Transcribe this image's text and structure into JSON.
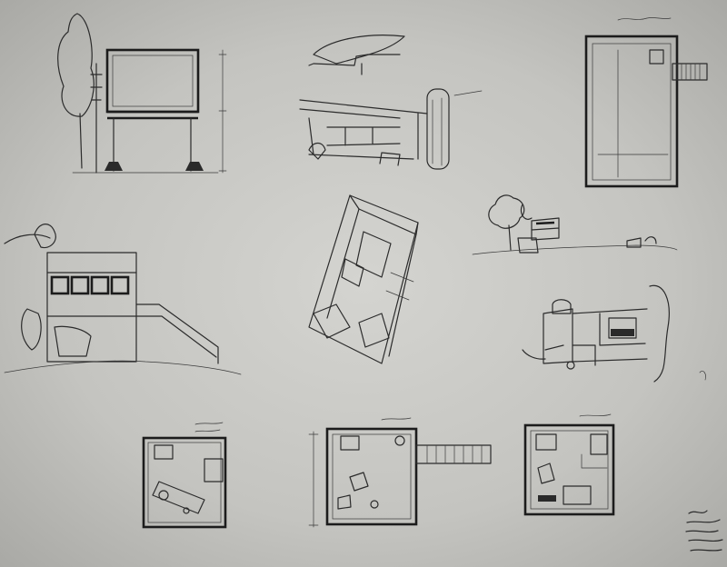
{
  "image": {
    "description_kind": "photograph of a sheet of architectural pencil sketches",
    "colors": {
      "paper": "#c8c8c4",
      "ink": "#2b2b2b"
    }
  },
  "sketches": [
    {
      "id": "elevation-sign-frame"
    },
    {
      "id": "perspective-interior-column"
    },
    {
      "id": "plan-rectangular-room"
    },
    {
      "id": "elevation-house-with-stair"
    },
    {
      "id": "axonometric-room"
    },
    {
      "id": "perspective-landscape-building"
    },
    {
      "id": "perspective-interior-cabin"
    },
    {
      "id": "plan-room-left"
    },
    {
      "id": "plan-room-middle-with-stair"
    },
    {
      "id": "plan-room-right"
    }
  ],
  "signature": {
    "kind": "handwritten annotation block",
    "position": "bottom-right"
  }
}
